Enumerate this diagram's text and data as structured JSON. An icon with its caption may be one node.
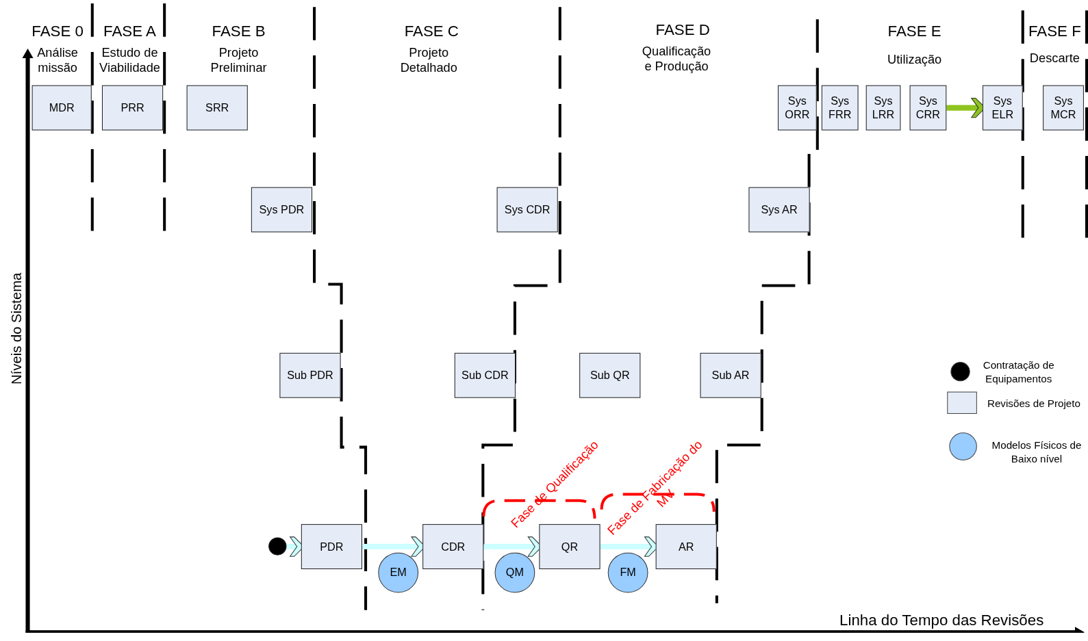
{
  "diagram": {
    "nodes": [
      {
        "text": [
          "MDR"
        ]
      },
      {
        "text": [
          "PRR"
        ]
      },
      {
        "text": [
          "SRR"
        ]
      },
      {
        "text": [
          "Sys PDR"
        ]
      },
      {
        "text": [
          "Sys CDR"
        ]
      },
      {
        "text": [
          "Sys AR"
        ]
      },
      {
        "text": [
          "Sys ORR"
        ]
      },
      {
        "text": [
          "Sys FRR"
        ]
      },
      {
        "text": [
          "Sys LRR"
        ]
      },
      {
        "text": [
          "Sys CRR"
        ]
      },
      {
        "text": [
          "Sys ELR"
        ]
      },
      {
        "text": [
          "Sys MCR"
        ]
      },
      {
        "text": [
          "Sub PDR"
        ]
      },
      {
        "text": [
          "Sub CDR"
        ]
      },
      {
        "text": [
          "Sub QR"
        ]
      },
      {
        "text": [
          "Sub AR"
        ]
      },
      {
        "text": [],
        "shape": "circle"
      },
      {
        "text": [
          "PDR"
        ]
      },
      {
        "text": [
          "CDR"
        ]
      },
      {
        "text": [
          "QR"
        ]
      },
      {
        "text": [
          "AR"
        ]
      },
      {
        "text": [
          "EM"
        ]
      },
      {
        "text": [
          "QM"
        ]
      },
      {
        "text": [
          "FM"
        ]
      }
    ],
    "edges": [
      {
        "from": 9,
        "to": 10,
        "arrow": "to",
        "color": "#8fc31f"
      },
      {
        "from": 16,
        "to": 17,
        "arrow": "to"
      },
      {
        "from": 17,
        "to": 18,
        "arrow": "to"
      },
      {
        "from": 18,
        "to": 19,
        "arrow": "to"
      },
      {
        "from": 19,
        "to": 20,
        "arrow": "to"
      }
    ],
    "labels": [
      "FASE 0",
      "Análise missão",
      "FASE A",
      "Estudo de Viabilidade",
      "FASE B",
      "Projeto Preliminar",
      "FASE C",
      "Projeto Detalhado",
      "FASE D",
      "Qualificação e Produção",
      "FASE E",
      "Utilização",
      "FASE F",
      "Descarte",
      "Níveis do Sistema",
      "Linha do Tempo das Revisões",
      "Fase de Qualificação",
      "Fase de Fabricação do MV"
    ],
    "legend": [
      {
        "text": "Contratação de Equipamentos",
        "color": "#000000"
      },
      {
        "text": "Revisões de Projeto",
        "color": "#e6ecf7"
      },
      {
        "text": "Modelos Físicos de Baixo nível",
        "color": "#99ccff"
      }
    ]
  }
}
